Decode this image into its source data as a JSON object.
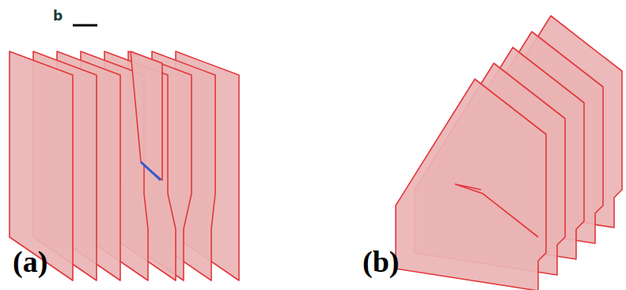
{
  "diagram": {
    "labels": [
      "b",
      "(a)",
      "(b)"
    ]
  }
}
